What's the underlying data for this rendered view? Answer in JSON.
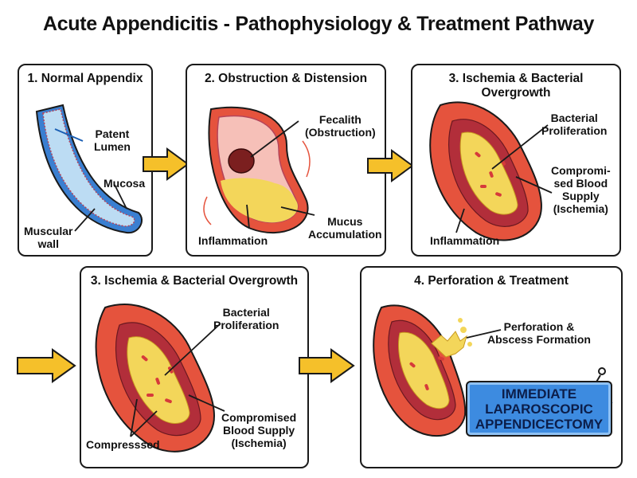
{
  "title": "Acute Appendicitis - Pathophysiology & Treatment Pathway",
  "panels": [
    {
      "title": "1. Normal Appendix",
      "labels": {
        "lumen": "Patent\nLumen",
        "mucosa": "Mucosa",
        "muscular": "Muscular\nwall"
      }
    },
    {
      "title": "2. Obstruction & Distension",
      "labels": {
        "fecalith": "Fecalith\n(Obstruction)",
        "inflammation": "Inflammation",
        "mucus": "Mucus\nAccumulation"
      }
    },
    {
      "title": "3. Ischemia & Bacterial Overgrowth",
      "labels": {
        "bacterial": "Bacterial\nProliferation",
        "blood": "Compromi-\nsed Blood\nSupply\n(Ischemia)",
        "inflammation": "Inflammation"
      }
    },
    {
      "title": "3. Ischemia & Bacterial Overgrowth",
      "labels": {
        "bacterial": "Bacterial\nProliferation",
        "blood": "Compromised\nBlood Supply\n(Ischemia)",
        "compressed": "Compresssed"
      }
    },
    {
      "title": "4. Perforation & Treatment",
      "labels": {
        "perforation": "Perforation &\nAbscess Formation"
      },
      "cta": "IMMEDIATE\nLAPAROSCOPIC\nAPPENDICECTOMY"
    }
  ],
  "colors": {
    "arrow": "#f5c02a",
    "outer_wall": "#e5533d",
    "mucus": "#f3d65a",
    "lumen_blue": "#bcdcf3",
    "cta": "#3d8be0"
  }
}
